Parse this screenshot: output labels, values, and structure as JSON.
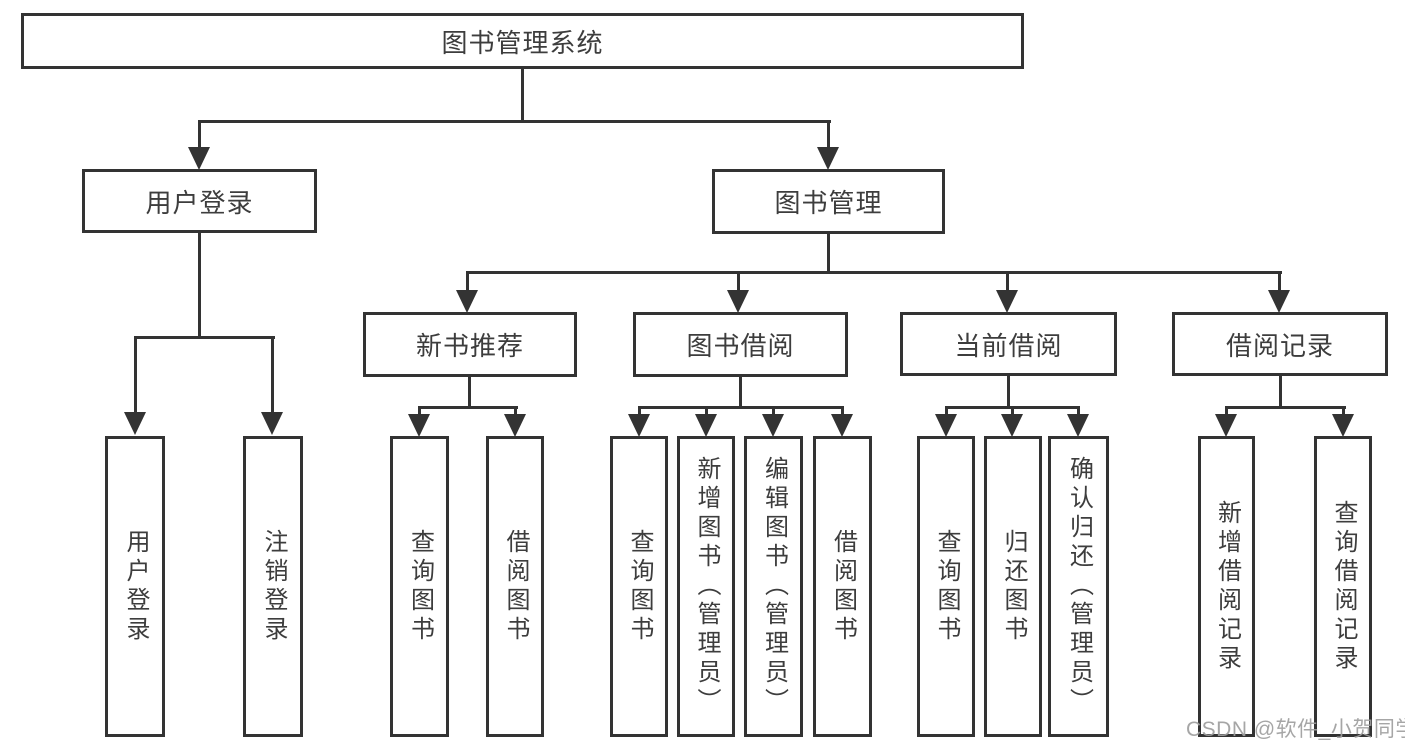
{
  "diagram": {
    "root": {
      "label": "图书管理系统"
    },
    "branches": [
      {
        "label": "用户登录",
        "children": [
          {
            "label": "用户登录"
          },
          {
            "label": "注销登录"
          }
        ]
      },
      {
        "label": "图书管理",
        "children": [
          {
            "label": "新书推荐",
            "children": [
              {
                "label": "查询图书"
              },
              {
                "label": "借阅图书"
              }
            ]
          },
          {
            "label": "图书借阅",
            "children": [
              {
                "label": "查询图书"
              },
              {
                "label": "新增图书（管理员）"
              },
              {
                "label": "编辑图书（管理员）"
              },
              {
                "label": "借阅图书"
              }
            ]
          },
          {
            "label": "当前借阅",
            "children": [
              {
                "label": "查询图书"
              },
              {
                "label": "归还图书"
              },
              {
                "label": "确认归还（管理员）"
              }
            ]
          },
          {
            "label": "借阅记录",
            "children": [
              {
                "label": "新增借阅记录"
              },
              {
                "label": "查询借阅记录"
              }
            ]
          }
        ]
      }
    ]
  },
  "watermark": {
    "text": "CSDN @软件_小贺同学"
  },
  "colors": {
    "line": "#333333",
    "box_border": "#333333",
    "text": "#3d3d3d",
    "watermark": "#9e9e9e",
    "background": "#ffffff"
  }
}
